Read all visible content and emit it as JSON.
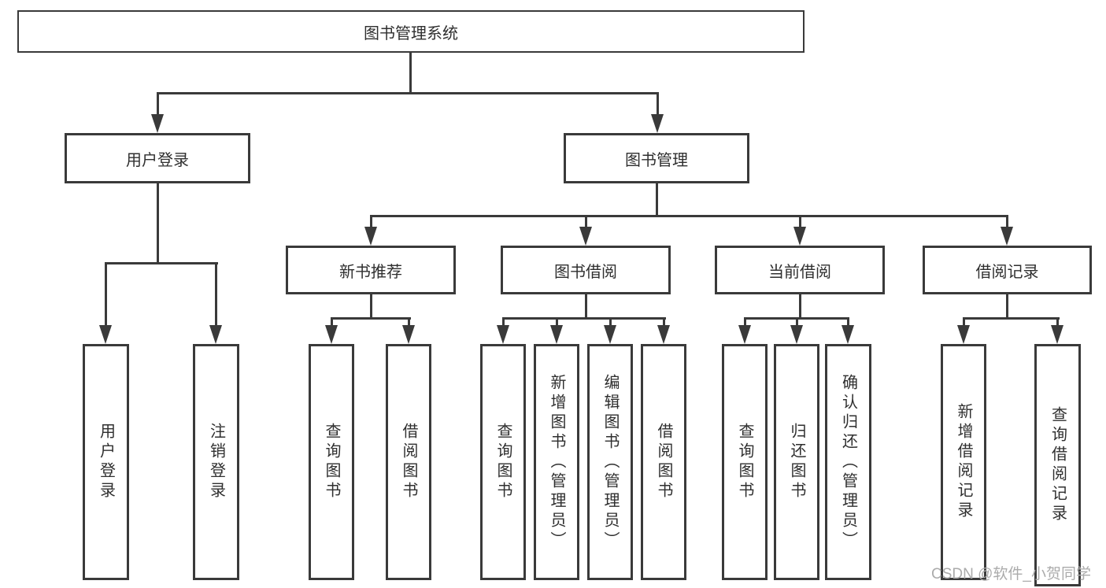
{
  "diagram": {
    "root": {
      "label": "图书管理系统"
    },
    "branches": [
      {
        "label": "用户登录",
        "children": [
          {
            "label": "用户登录"
          },
          {
            "label": "注销登录"
          }
        ]
      },
      {
        "label": "图书管理",
        "children": [
          {
            "label": "新书推荐",
            "children": [
              {
                "label": "查询图书"
              },
              {
                "label": "借阅图书"
              }
            ]
          },
          {
            "label": "图书借阅",
            "children": [
              {
                "label": "查询图书"
              },
              {
                "label": "新增图书（管理员）"
              },
              {
                "label": "编辑图书（管理员）"
              },
              {
                "label": "借阅图书"
              }
            ]
          },
          {
            "label": "当前借阅",
            "children": [
              {
                "label": "查询图书"
              },
              {
                "label": "归还图书"
              },
              {
                "label": "确认归还（管理员）"
              }
            ]
          },
          {
            "label": "借阅记录",
            "children": [
              {
                "label": "新增借阅记录"
              },
              {
                "label": "查询借阅记录"
              }
            ]
          }
        ]
      }
    ]
  },
  "watermark": {
    "text": "CSDN @软件_小贺同学"
  },
  "colors": {
    "line": "#3a3a3a",
    "text": "#2f2f2f",
    "watermark": "#ababab",
    "background": "#ffffff"
  }
}
